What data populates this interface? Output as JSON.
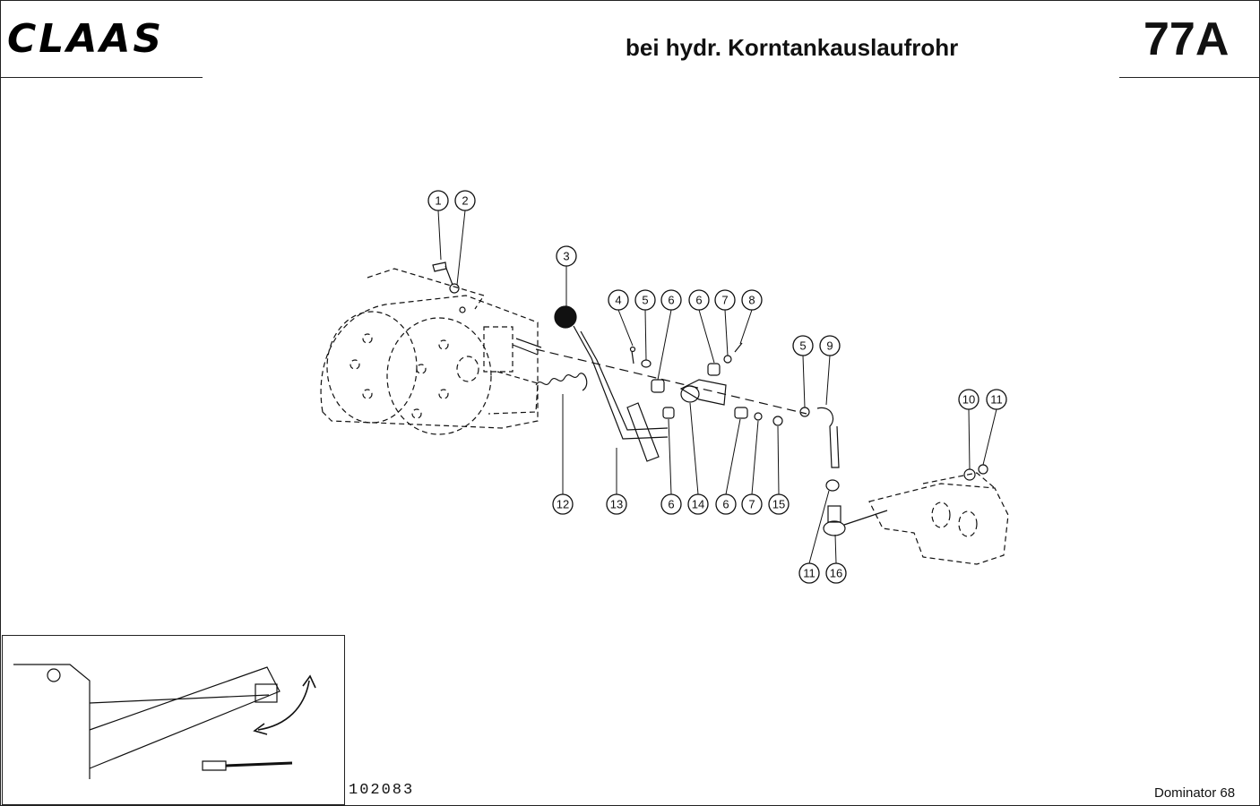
{
  "header": {
    "brand": "CLAAS",
    "title": "bei hydr. Korntankauslaufrohr",
    "page_number": "77A"
  },
  "footer": {
    "document_number": "102083",
    "model": "Dominator 68"
  },
  "callouts": {
    "top": [
      "1",
      "2",
      "3",
      "4",
      "5",
      "6",
      "6",
      "7",
      "8",
      "5",
      "9",
      "10",
      "11"
    ],
    "bottom": [
      "12",
      "13",
      "6",
      "14",
      "6",
      "7",
      "15",
      "11",
      "16"
    ]
  },
  "colors": {
    "ink": "#111111",
    "paper": "#ffffff"
  },
  "icons": [
    "curved-double-arrow-icon"
  ]
}
